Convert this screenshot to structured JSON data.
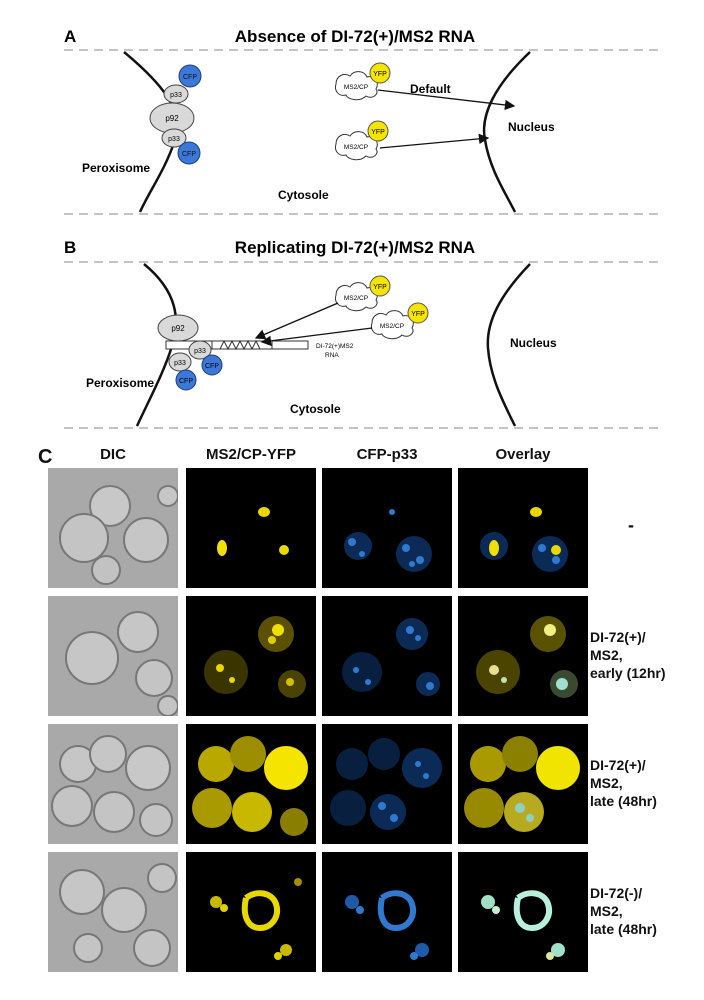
{
  "panelA": {
    "letter": "A",
    "title": "Absence of DI-72(+)/MS2 RNA",
    "labels": {
      "cfp_top": "CFP",
      "p33_top": "p33",
      "p92": "p92",
      "p33_bottom": "p33",
      "cfp_bottom": "CFP",
      "peroxisome": "Peroxisome",
      "cytosole": "Cytosole",
      "ms2cp_1": "MS2/CP",
      "yfp_1": "YFP",
      "ms2cp_2": "MS2/CP",
      "yfp_2": "YFP",
      "default": "Default",
      "nucleus": "Nucleus"
    }
  },
  "panelB": {
    "letter": "B",
    "title": "Replicating DI-72(+)/MS2 RNA",
    "labels": {
      "p92": "p92",
      "p33_a": "p33",
      "p33_b": "p33",
      "cfp_a": "CFP",
      "cfp_b": "CFP",
      "peroxisome": "Peroxisome",
      "cytosole": "Cytosole",
      "ms2cp_1": "MS2/CP",
      "yfp_1": "YFP",
      "ms2cp_2": "MS2/CP",
      "yfp_2": "YFP",
      "rna_line1": "DI-72(+)MS2",
      "rna_line2": "RNA",
      "nucleus": "Nucleus"
    }
  },
  "panelC": {
    "letter": "C",
    "columns": [
      "DIC",
      "MS2/CP-YFP",
      "CFP-p33",
      "Overlay"
    ],
    "rows": [
      {
        "label": "-"
      },
      {
        "label": "DI-72(+)/\nMS2,\nearly (12hr)"
      },
      {
        "label": "DI-72(+)/\nMS2,\nlate (48hr)"
      },
      {
        "label": "DI-72(-)/\nMS2,\nlate (48hr)"
      }
    ]
  },
  "colors": {
    "cfp": "#3b78d8",
    "yfp": "#f5e400",
    "protein_grey": "#d9d9d9",
    "dic_bg": "#a9a9a9",
    "fluor_bg": "#000000"
  }
}
